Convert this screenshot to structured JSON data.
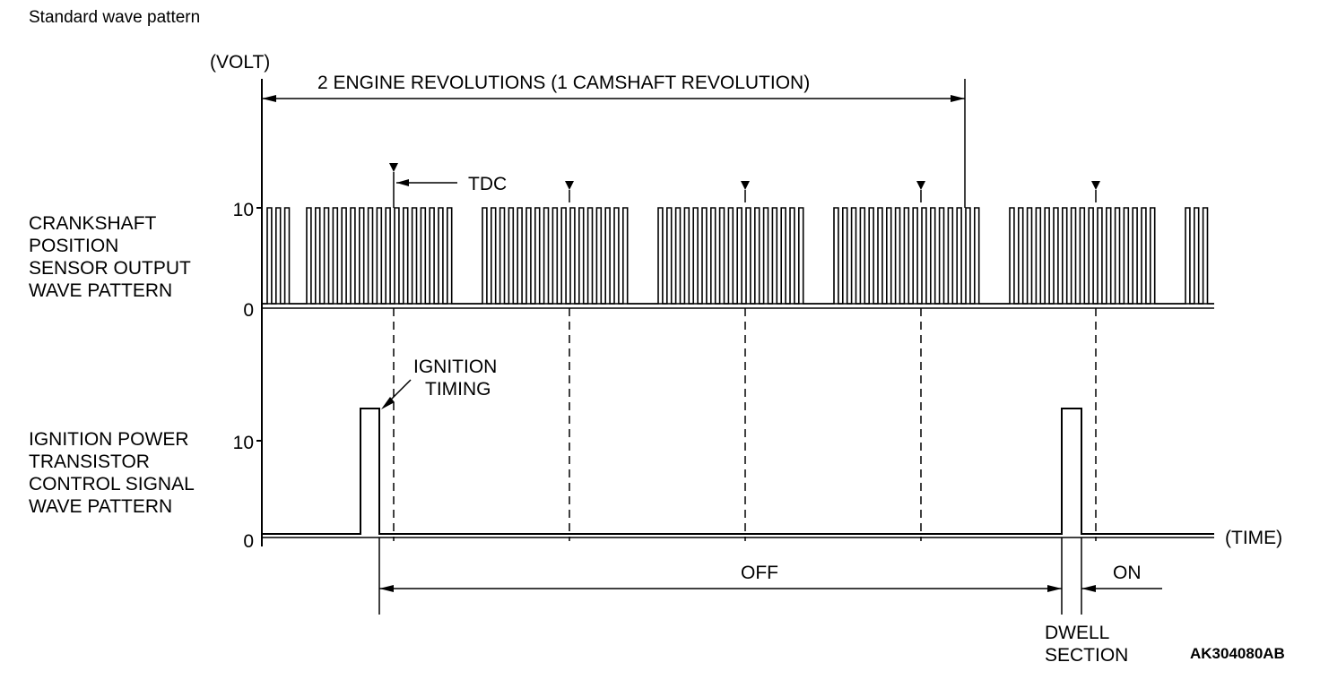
{
  "page_title": "Standard wave pattern",
  "y_axis_unit": "(VOLT)",
  "x_axis_unit": "(TIME)",
  "span_label": "2 ENGINE REVOLUTIONS (1 CAMSHAFT REVOLUTION)",
  "crank_tick_10": "10",
  "crank_tick_0": "0",
  "ign_tick_10": "10",
  "ign_tick_0": "0",
  "crank_label": [
    "CRANKSHAFT",
    "POSITION",
    "SENSOR OUTPUT",
    "WAVE PATTERN"
  ],
  "ign_label": [
    "IGNITION POWER",
    "TRANSISTOR",
    "CONTROL SIGNAL",
    "WAVE PATTERN"
  ],
  "tdc_label": "TDC",
  "ignition_timing_label": [
    "IGNITION",
    "TIMING"
  ],
  "off_label": "OFF",
  "on_label": "ON",
  "dwell_label": [
    "DWELL",
    "SECTION"
  ],
  "figure_code": "AK304080AB"
}
